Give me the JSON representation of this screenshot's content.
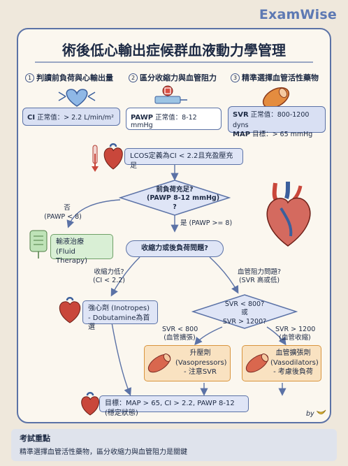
{
  "brand": "ExamWise",
  "title": "術後低心輸出症候群血液動力學管理",
  "steps": [
    {
      "num": "1",
      "label": "判讀前負荷與心輸出量"
    },
    {
      "num": "2",
      "label": "區分收縮力與血管阻力"
    },
    {
      "num": "3",
      "label": "精準選擇血管活性藥物"
    }
  ],
  "info": {
    "ci_key": "CI",
    "ci_val": "正常值：> 2.2 L/min/m²",
    "pawp_key": "PAWP",
    "pawp_val": "正常值：8-12 mmHg",
    "svr_key": "SVR",
    "svr_val": "正常值：800-1200 dyns",
    "map_key": "MAP",
    "map_val": "目標：> 65 mmHg"
  },
  "flow": {
    "lcos": "LCOS定義為CI < 2.2且充盈壓充足",
    "preload_q1": "前負荷充足?",
    "preload_q2": "(PAWP 8-12 mmHg)",
    "preload_q3": "?",
    "no_label": "否",
    "no_sub": "(PAWP < 8)",
    "yes_label": "是 (PAWP >= 8)",
    "fluid_1": "輸液治療",
    "fluid_2": "(Fluid Therapy)",
    "contract_q": "收縮力或後負荷問題?",
    "contract_low_1": "收縮力低?",
    "contract_low_2": "(CI < 2.2)",
    "vascular_1": "血管阻力問題?",
    "vascular_2": "(SVR 高或低)",
    "inotrope_1": "強心劑 (Inotropes)",
    "inotrope_2": "- Dobutamine為首選",
    "svr_q1": "SVR < 800?",
    "svr_q2": "或",
    "svr_q3": "SVR > 1200?",
    "svr_low_1": "SVR < 800",
    "svr_low_2": "(血管擴張)",
    "svr_high_1": "SVR > 1200",
    "svr_high_2": "(血管收縮)",
    "vasopressor_1": "升壓劑",
    "vasopressor_2": "(Vasopressors)",
    "vasopressor_3": "- 注意SVR",
    "vasodilator_1": "血管擴張劑",
    "vasodilator_2": "(Vasodilators)",
    "vasodilator_3": "- 考慮後負荷",
    "goal": "目標：MAP > 65, CI > 2.2, PAWP 8-12 (穩定狀態)"
  },
  "signature": "by",
  "exam": {
    "title": "考試重點",
    "text": "精準選擇血管活性藥物，區分收縮力與血管阻力是關鍵"
  },
  "icons": [
    "heart-icon",
    "syringe-icon",
    "vessel-icon",
    "thermometer-icon",
    "iv-bag-icon",
    "anatomical-heart-icon",
    "banana-icon"
  ],
  "colors": {
    "border": "#5b72a6",
    "node": "#dfe5f6",
    "fluid": "#d9efd5",
    "drug": "#f9e2c1",
    "heart": "#c9473b"
  }
}
